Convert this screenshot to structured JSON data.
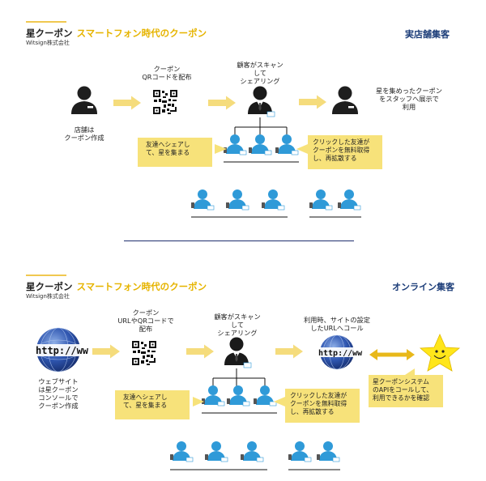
{
  "colors": {
    "accent_yellow": "#f0c850",
    "arrow_yellow": "#f5dc7c",
    "callout_bg": "#f7e27a",
    "person_blue": "#2f9ad8",
    "title_navy": "#1b3c78",
    "divider_navy": "#1f2f6e"
  },
  "brand": {
    "title": "星クーポン",
    "subtitle": "スマートフォン時代のクーポン",
    "company": "Witsign株式会社"
  },
  "top": {
    "section_title": "実店舗集客",
    "store_label": "店舗は\nクーポン作成",
    "distribute_label": "クーポン\nQRコードを配布",
    "scan_label": "顧客がスキャン\nして\nシェアリング",
    "use_label": "星を集めったクーポン\nをスタッフへ展示で\n利用",
    "callout_share": "友達へシェアし\nて、星を集まる",
    "callout_click": "クリックした友達が\nクーポンを無料取得\nし、再拡散する"
  },
  "bottom": {
    "section_title": "オンライン集客",
    "website_label": "ウェブサイト\nは星クーポン\nコンソールで\nクーポン作成",
    "distribute_label": "クーポン\nURLやQRコードで\n配布",
    "scan_label": "顧客がスキャン\nして\nシェアリング",
    "api_label": "利用時、サイトの設定\nしたURLへコール",
    "callout_share": "友達へシェアし\nて、星を集まる",
    "callout_click": "クリックした友達が\nクーポンを無料取得\nし、再拡散する",
    "callout_api": "星クーポンシステム\nのAPIをコールして、\n利用できるかを確認",
    "globe_text": "http://ww"
  }
}
